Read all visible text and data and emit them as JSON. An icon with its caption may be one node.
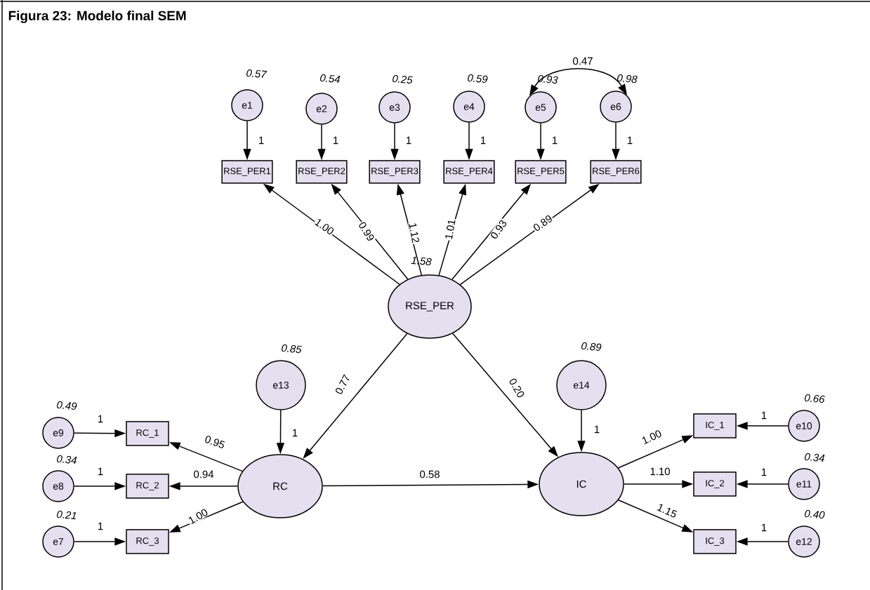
{
  "diagram": {
    "title": "Figura 23: Modelo final SEM",
    "nodes": [
      {
        "text": [
          "e1"
        ],
        "beside": [
          "0.57"
        ]
      },
      {
        "text": [
          "e2"
        ],
        "beside": [
          "0.54"
        ]
      },
      {
        "text": [
          "e3"
        ],
        "beside": [
          "0.25"
        ]
      },
      {
        "text": [
          "e4"
        ],
        "beside": [
          "0.59"
        ]
      },
      {
        "text": [
          "e5"
        ],
        "beside": [
          "0.93"
        ]
      },
      {
        "text": [
          "e6"
        ],
        "beside": [
          "0.98"
        ]
      },
      {
        "text": [
          "RSE_PER1"
        ]
      },
      {
        "text": [
          "RSE_PER2"
        ]
      },
      {
        "text": [
          "RSE_PER3"
        ]
      },
      {
        "text": [
          "RSE_PER4"
        ]
      },
      {
        "text": [
          "RSE_PER5"
        ]
      },
      {
        "text": [
          "RSE_PER6"
        ]
      },
      {
        "text": [
          "RSE_PER"
        ],
        "beside": [
          "1.58"
        ]
      },
      {
        "text": [
          "e13"
        ],
        "beside": [
          "0.85"
        ]
      },
      {
        "text": [
          "e14"
        ],
        "beside": [
          "0.89"
        ]
      },
      {
        "text": [
          "e9"
        ],
        "beside": [
          "0.49"
        ]
      },
      {
        "text": [
          "e8"
        ],
        "beside": [
          "0.34"
        ]
      },
      {
        "text": [
          "e7"
        ],
        "beside": [
          "0.21"
        ]
      },
      {
        "text": [
          "RC_1"
        ]
      },
      {
        "text": [
          "RC_2"
        ]
      },
      {
        "text": [
          "RC_3"
        ]
      },
      {
        "text": [
          "RC"
        ]
      },
      {
        "text": [
          "IC"
        ]
      },
      {
        "text": [
          "IC_1"
        ]
      },
      {
        "text": [
          "IC_2"
        ]
      },
      {
        "text": [
          "IC_3"
        ]
      },
      {
        "text": [
          "e10"
        ],
        "beside": [
          "0.66"
        ]
      },
      {
        "text": [
          "e11"
        ],
        "beside": [
          "0.34"
        ]
      },
      {
        "text": [
          "e12"
        ],
        "beside": [
          "0.40"
        ]
      }
    ],
    "edges": [
      {
        "from": 0,
        "to": 6,
        "arrow": "to",
        "label": "1"
      },
      {
        "from": 1,
        "to": 7,
        "arrow": "to",
        "label": "1"
      },
      {
        "from": 2,
        "to": 8,
        "arrow": "to",
        "label": "1"
      },
      {
        "from": 3,
        "to": 9,
        "arrow": "to",
        "label": "1"
      },
      {
        "from": 4,
        "to": 10,
        "arrow": "to",
        "label": "1"
      },
      {
        "from": 5,
        "to": 11,
        "arrow": "to",
        "label": "1"
      },
      {
        "from": 4,
        "to": 5,
        "arrow": "both",
        "label": "0.47"
      },
      {
        "from": 12,
        "to": 6,
        "arrow": "to",
        "label": "1.00"
      },
      {
        "from": 12,
        "to": 7,
        "arrow": "to",
        "label": "0.99"
      },
      {
        "from": 12,
        "to": 8,
        "arrow": "to",
        "label": "1.12"
      },
      {
        "from": 12,
        "to": 9,
        "arrow": "to",
        "label": "1.01"
      },
      {
        "from": 12,
        "to": 10,
        "arrow": "to",
        "label": "0.93"
      },
      {
        "from": 12,
        "to": 11,
        "arrow": "to",
        "label": "0.89"
      },
      {
        "from": 12,
        "to": 21,
        "arrow": "to",
        "label": "0.77"
      },
      {
        "from": 12,
        "to": 22,
        "arrow": "to",
        "label": "0.20"
      },
      {
        "from": 13,
        "to": 21,
        "arrow": "to",
        "label": "1"
      },
      {
        "from": 14,
        "to": 22,
        "arrow": "to",
        "label": "1"
      },
      {
        "from": 15,
        "to": 18,
        "arrow": "to",
        "label": "1"
      },
      {
        "from": 16,
        "to": 19,
        "arrow": "to",
        "label": "1"
      },
      {
        "from": 17,
        "to": 20,
        "arrow": "to",
        "label": "1"
      },
      {
        "from": 21,
        "to": 18,
        "arrow": "to",
        "label": "0.95"
      },
      {
        "from": 21,
        "to": 19,
        "arrow": "to",
        "label": "0.94"
      },
      {
        "from": 21,
        "to": 20,
        "arrow": "to",
        "label": "1.00"
      },
      {
        "from": 21,
        "to": 22,
        "arrow": "to",
        "label": "0.58"
      },
      {
        "from": 22,
        "to": 23,
        "arrow": "to",
        "label": "1.00"
      },
      {
        "from": 22,
        "to": 24,
        "arrow": "to",
        "label": "1.10"
      },
      {
        "from": 22,
        "to": 25,
        "arrow": "to",
        "label": "1.15"
      },
      {
        "from": 26,
        "to": 23,
        "arrow": "to",
        "label": "1"
      },
      {
        "from": 27,
        "to": 24,
        "arrow": "to",
        "label": "1"
      },
      {
        "from": 28,
        "to": 25,
        "arrow": "to",
        "label": "1"
      }
    ]
  }
}
